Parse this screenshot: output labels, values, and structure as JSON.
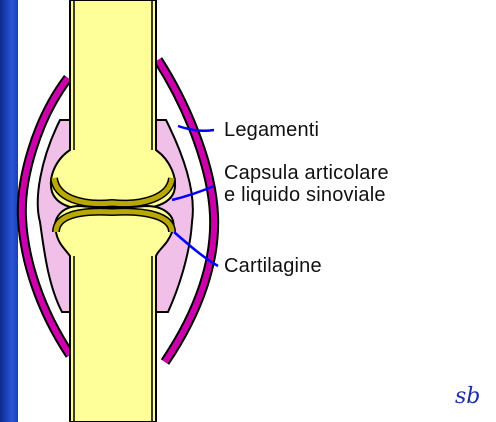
{
  "labels": {
    "ligaments": "Legamenti",
    "capsule_line1": "Capsula articolare",
    "capsule_line2": "e liquido sinoviale",
    "cartilage": "Cartilagine"
  },
  "signature": "sb",
  "colors": {
    "bone": "#ffff99",
    "bone_outline": "#000000",
    "cartilage": "#b8a800",
    "capsule": "#f0c0e8",
    "ligament": "#cc00aa",
    "leader": "#0000ff",
    "background": "#1f47c4"
  }
}
